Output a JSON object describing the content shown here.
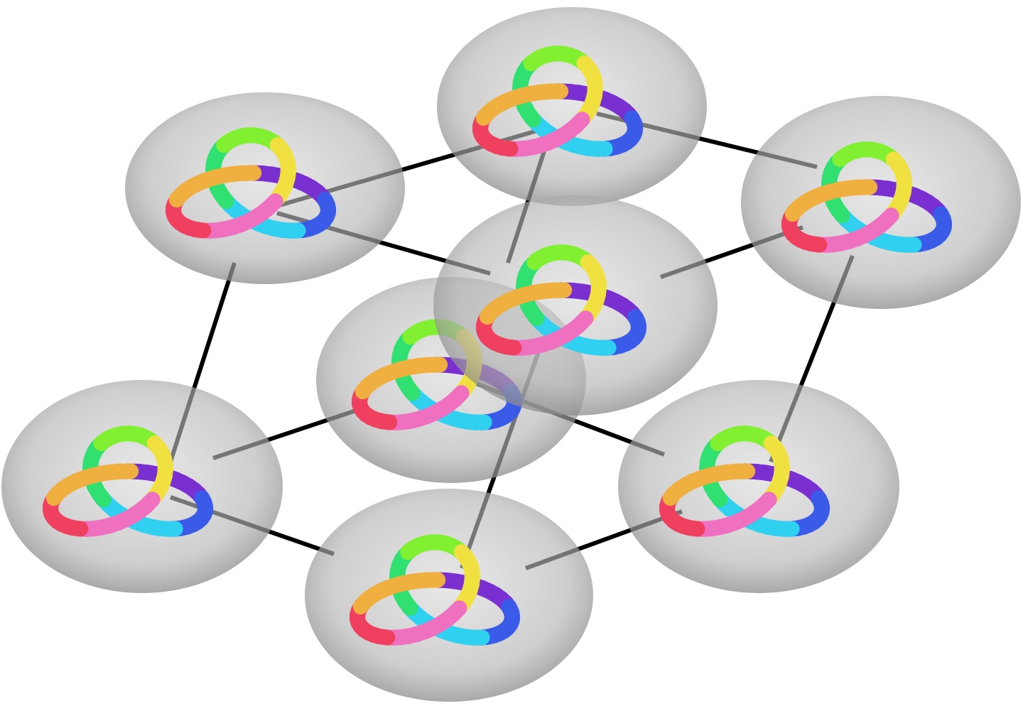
{
  "figure": {
    "background": "#ffffff",
    "shell_color": "#8a8a8a",
    "edge_color": "#000000",
    "knot_type": "trefoil",
    "knot_gradient": [
      "#7a2fd0",
      "#3a5be8",
      "#2fd0f0",
      "#30e070",
      "#80f030",
      "#f0e040",
      "#f070c0",
      "#f04060",
      "#f0b040"
    ],
    "node_count": 8,
    "lattice": "parallelepiped"
  }
}
